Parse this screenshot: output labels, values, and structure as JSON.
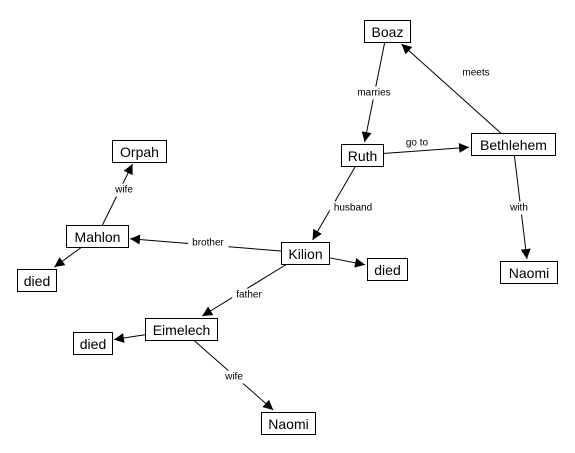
{
  "diagram": {
    "nodes": [
      {
        "id": "boaz",
        "label": "Boaz"
      },
      {
        "id": "ruth",
        "label": "Ruth"
      },
      {
        "id": "bethlehem",
        "label": "Bethlehem"
      },
      {
        "id": "naomi1",
        "label": "Naomi"
      },
      {
        "id": "orpah",
        "label": "Orpah"
      },
      {
        "id": "mahlon",
        "label": "Mahlon"
      },
      {
        "id": "died1",
        "label": "died"
      },
      {
        "id": "kilion",
        "label": "Kilion"
      },
      {
        "id": "died2",
        "label": "died"
      },
      {
        "id": "eimelech",
        "label": "Eimelech"
      },
      {
        "id": "died3",
        "label": "died"
      },
      {
        "id": "naomi2",
        "label": "Naomi"
      }
    ],
    "edges": [
      {
        "from": "bethlehem",
        "to": "boaz",
        "label": "meets"
      },
      {
        "from": "boaz",
        "to": "ruth",
        "label": "marries"
      },
      {
        "from": "ruth",
        "to": "bethlehem",
        "label": "go to"
      },
      {
        "from": "bethlehem",
        "to": "naomi1",
        "label": "with"
      },
      {
        "from": "ruth",
        "to": "kilion",
        "label": "husband"
      },
      {
        "from": "kilion",
        "to": "mahlon",
        "label": "brother"
      },
      {
        "from": "mahlon",
        "to": "orpah",
        "label": "wife"
      },
      {
        "from": "mahlon",
        "to": "died1",
        "label": ""
      },
      {
        "from": "kilion",
        "to": "died2",
        "label": ""
      },
      {
        "from": "kilion",
        "to": "eimelech",
        "label": "father"
      },
      {
        "from": "eimelech",
        "to": "died3",
        "label": ""
      },
      {
        "from": "eimelech",
        "to": "naomi2",
        "label": "wife"
      }
    ]
  }
}
